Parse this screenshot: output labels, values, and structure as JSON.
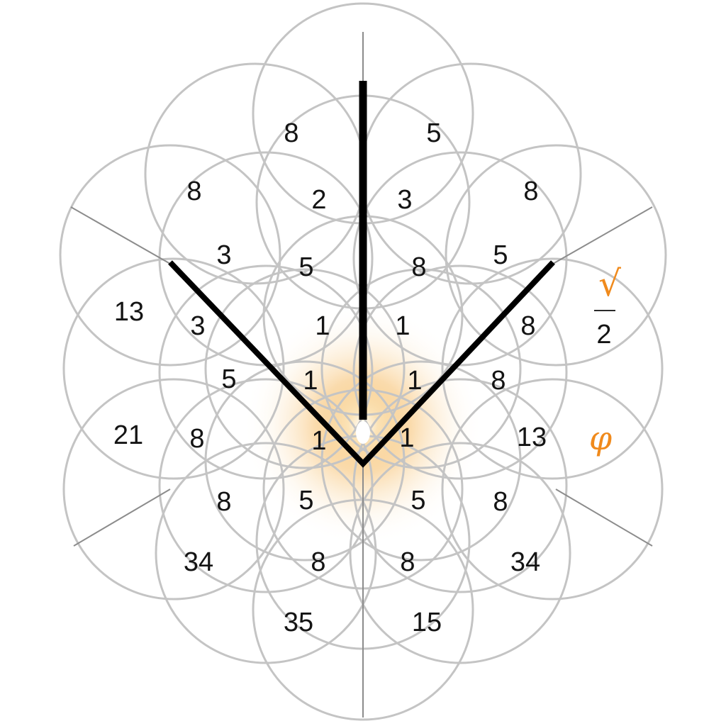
{
  "numbers": {
    "top_left": "8",
    "top_right": "5",
    "ul_outer": "8",
    "ur_outer": "8",
    "inner_2": "2",
    "inner_3": "3",
    "ul_3": "3",
    "c_5_left": "5",
    "c_8_right": "8",
    "ur_5": "5",
    "l_13": "13",
    "l_3": "3",
    "c_1_ul": "1",
    "c_1_ur": "1",
    "r_8_upper": "8",
    "l_5": "5",
    "c_1_l": "1",
    "c_1_r": "1",
    "r_8_mid": "8",
    "l_21": "21",
    "l_8": "8",
    "c_1_ll": "1",
    "c_1_lr": "1",
    "r_13": "13",
    "ll_8": "8",
    "c_5_low_left": "5",
    "c_5_low_right": "5",
    "lr_8": "8",
    "ll_34": "34",
    "b_8_left": "8",
    "b_8_right": "8",
    "lr_34": "34",
    "b_35": "35",
    "b_15": "15"
  },
  "symbols": {
    "sqrt_sign": "√",
    "sqrt_den": "2",
    "phi": "φ"
  },
  "colors": {
    "accent": "#f08a1c",
    "circle_stroke": "#c4c4c4",
    "hand": "#000000",
    "glow": "#f5b04a"
  }
}
